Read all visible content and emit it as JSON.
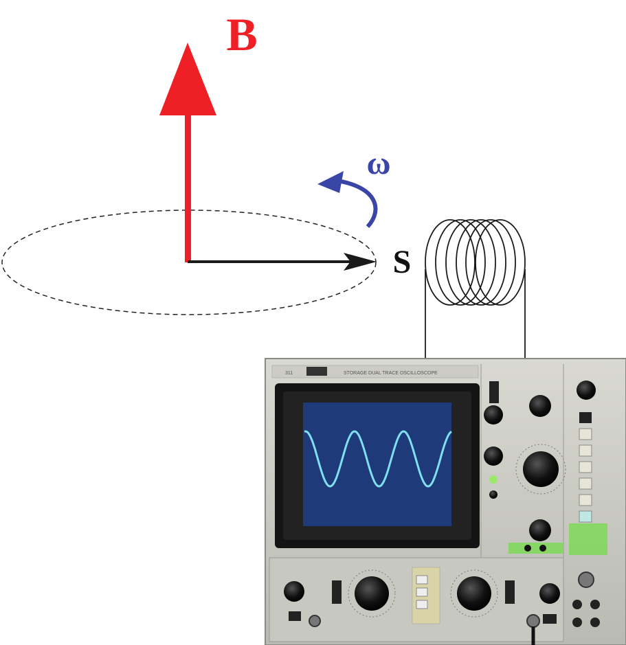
{
  "diagram": {
    "field_label": "B",
    "angular_velocity_label": "ω",
    "spin_label": "S"
  },
  "colors": {
    "field_arrow": "#ee2026",
    "rotation_arrow": "#3a45a8",
    "spin_arrow": "#1a1a1a",
    "trace": "#7fe0f0",
    "screen": "#1e3a78"
  },
  "oscilloscope": {
    "screen_waveform": "sine",
    "cycles_shown": 3
  }
}
